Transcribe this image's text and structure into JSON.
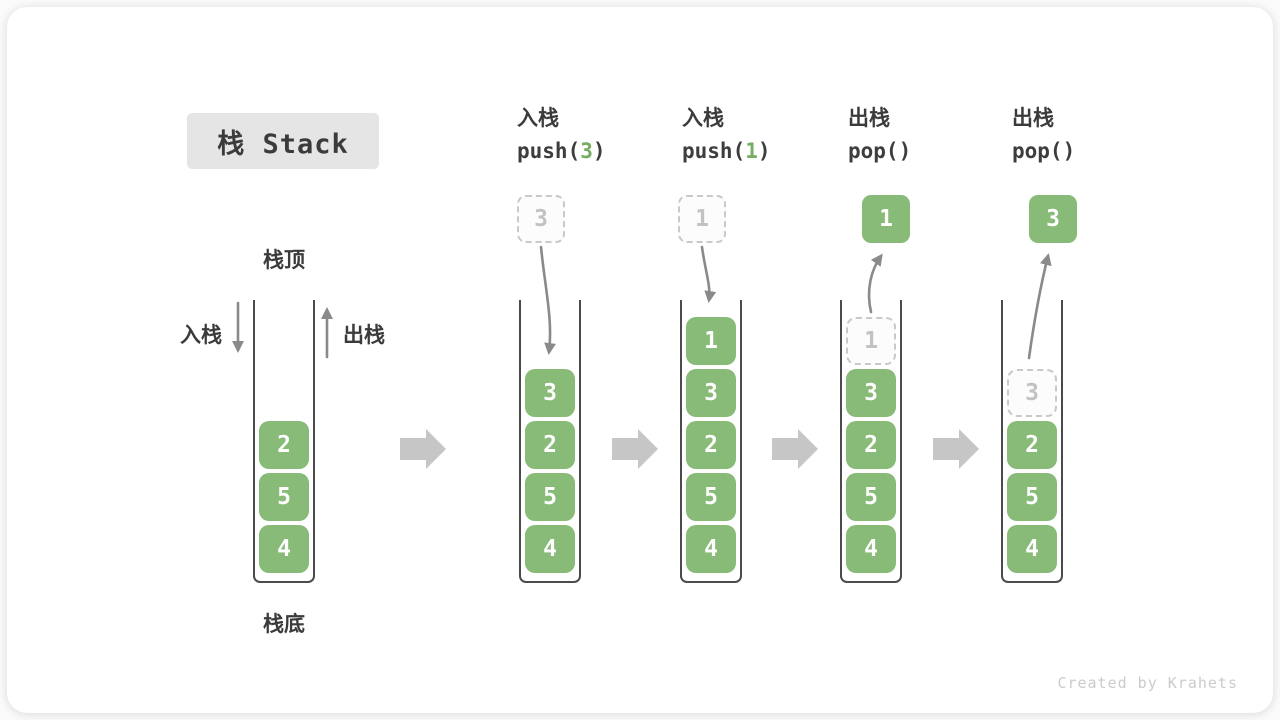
{
  "title": {
    "text": "栈 Stack"
  },
  "legend": {
    "stack_top": "栈顶",
    "stack_bottom": "栈底",
    "push_label": "入栈",
    "pop_label": "出栈"
  },
  "watermark": "Created by Krahets",
  "colors": {
    "box_green": "#88bb77",
    "code_arg_green": "#74ad60",
    "arrow_gray": "#8a8a8a",
    "block_arrow_gray": "#c6c6c6",
    "dashed_border": "#c9c9c9",
    "dashed_text": "#c2c2c2",
    "title_box_bg": "#e5e5e5"
  },
  "stacks": [
    {
      "name": "initial",
      "cells": [
        {
          "value": "2"
        },
        {
          "value": "5"
        },
        {
          "value": "4"
        }
      ]
    },
    {
      "name": "push-3",
      "header": {
        "op": "入栈",
        "code_pre": "push(",
        "arg": "3",
        "code_post": ")"
      },
      "floating": {
        "value": "3",
        "variant": "dashed"
      },
      "cells": [
        {
          "value": "3"
        },
        {
          "value": "2"
        },
        {
          "value": "5"
        },
        {
          "value": "4"
        }
      ]
    },
    {
      "name": "push-1",
      "header": {
        "op": "入栈",
        "code_pre": "push(",
        "arg": "1",
        "code_post": ")"
      },
      "floating": {
        "value": "1",
        "variant": "dashed"
      },
      "cells": [
        {
          "value": "1"
        },
        {
          "value": "3"
        },
        {
          "value": "2"
        },
        {
          "value": "5"
        },
        {
          "value": "4"
        }
      ]
    },
    {
      "name": "pop-1",
      "header": {
        "op": "出栈",
        "code_pre": "pop(",
        "arg": "",
        "code_post": ")"
      },
      "floating": {
        "value": "1",
        "variant": "solid"
      },
      "ghost": {
        "value": "1"
      },
      "cells": [
        {
          "value": "3"
        },
        {
          "value": "2"
        },
        {
          "value": "5"
        },
        {
          "value": "4"
        }
      ]
    },
    {
      "name": "pop-3",
      "header": {
        "op": "出栈",
        "code_pre": "pop(",
        "arg": "",
        "code_post": ")"
      },
      "floating": {
        "value": "3",
        "variant": "solid"
      },
      "ghost": {
        "value": "3"
      },
      "cells": [
        {
          "value": "2"
        },
        {
          "value": "5"
        },
        {
          "value": "4"
        }
      ]
    }
  ]
}
